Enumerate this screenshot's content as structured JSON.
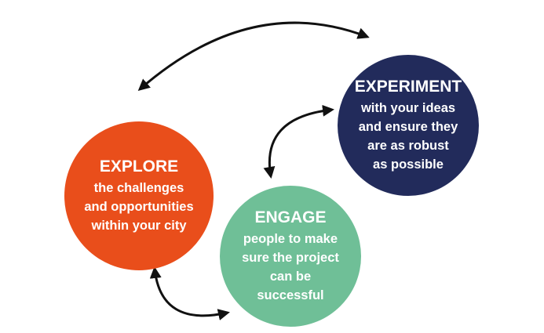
{
  "colors": {
    "explore": "#e94e1b",
    "engage": "#6fbf97",
    "experiment": "#222b5b",
    "arrow": "#111111",
    "text": "#ffffff"
  },
  "nodes": {
    "explore": {
      "title": "EXPLORE",
      "desc": "the challenges\nand opportunities\nwithin your city"
    },
    "engage": {
      "title": "ENGAGE",
      "desc": "people to make\nsure the project\ncan be\nsuccessful"
    },
    "experiment": {
      "title": "EXPERIMENT",
      "desc": "with your ideas\nand ensure they\nare as robust\nas possible"
    }
  },
  "edges": [
    {
      "from": "explore",
      "to": "experiment",
      "type": "bidirectional"
    },
    {
      "from": "explore",
      "to": "engage",
      "type": "bidirectional"
    },
    {
      "from": "engage",
      "to": "experiment",
      "type": "bidirectional"
    }
  ]
}
